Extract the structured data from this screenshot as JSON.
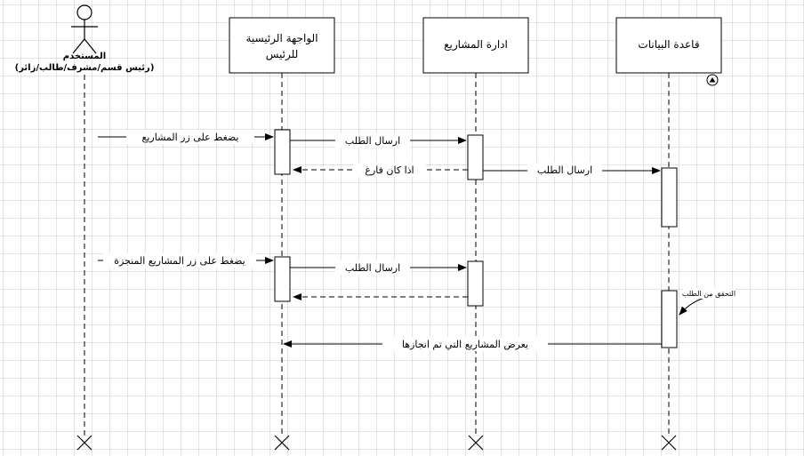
{
  "actor": {
    "name": "المستخدم",
    "roles": "(رئيس قسم/مشرف/طالب/زائر)"
  },
  "lifelines": [
    {
      "id": "main_ui",
      "line1": "الواجهة الرئيسية",
      "line2": "للرئيس"
    },
    {
      "id": "projects",
      "line1": "ادارة المشاريع",
      "line2": ""
    },
    {
      "id": "database",
      "line1": "قاعدة البيانات",
      "line2": ""
    }
  ],
  "messages": {
    "m1": "يضغط على زر المشاريع",
    "m2": "ارسال الطلب",
    "m3": "ارسال الطلب",
    "m4": "اذا كان فارغ",
    "m5": "يضغط على زر المشاريع المنجزة",
    "m6": "ارسال الطلب",
    "m7": "التحقق من الطلب",
    "m8": "يعرض المشاريع التي تم انجازها"
  },
  "colors": {
    "grid": "#c8c8c8",
    "line": "#000000",
    "background": "#ffffff"
  },
  "icons": {
    "collapse": "up-arrow-circle-icon"
  }
}
